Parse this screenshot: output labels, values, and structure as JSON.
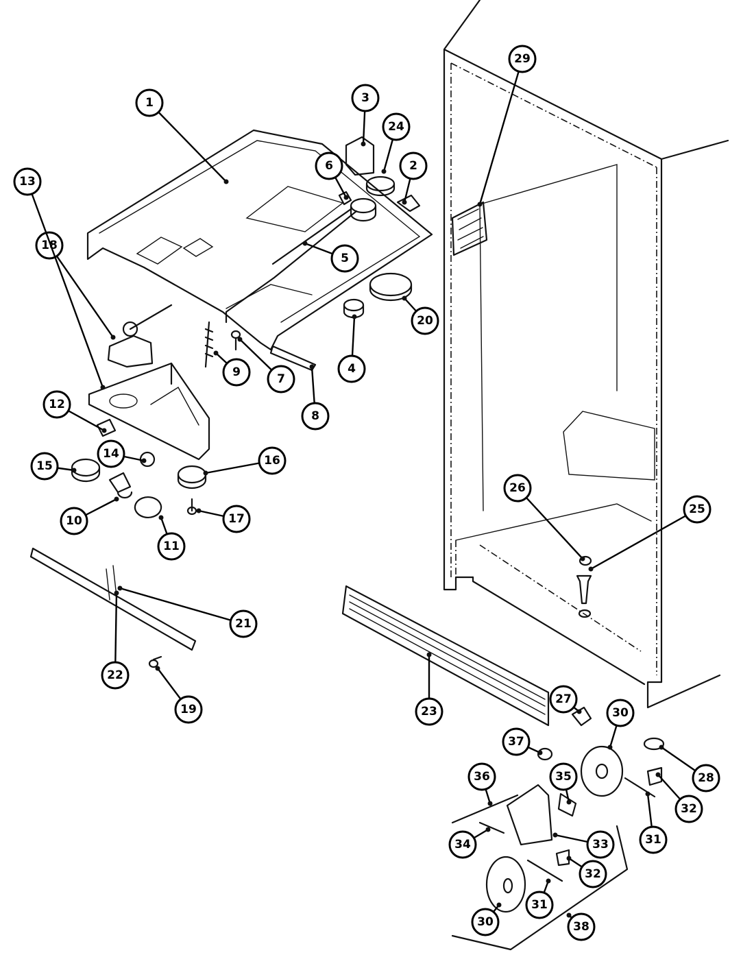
{
  "callouts": [
    {
      "label": "1"
    },
    {
      "label": "2"
    },
    {
      "label": "3"
    },
    {
      "label": "24"
    },
    {
      "label": "6"
    },
    {
      "label": "5"
    },
    {
      "label": "18"
    },
    {
      "label": "13"
    },
    {
      "label": "9"
    },
    {
      "label": "7"
    },
    {
      "label": "4"
    },
    {
      "label": "20"
    },
    {
      "label": "8"
    },
    {
      "label": "12"
    },
    {
      "label": "14"
    },
    {
      "label": "15"
    },
    {
      "label": "16"
    },
    {
      "label": "10"
    },
    {
      "label": "11"
    },
    {
      "label": "17"
    },
    {
      "label": "21"
    },
    {
      "label": "22"
    },
    {
      "label": "19"
    },
    {
      "label": "29"
    },
    {
      "label": "26"
    },
    {
      "label": "25"
    },
    {
      "label": "23"
    },
    {
      "label": "27"
    },
    {
      "label": "30"
    },
    {
      "label": "37"
    },
    {
      "label": "28"
    },
    {
      "label": "36"
    },
    {
      "label": "35"
    },
    {
      "label": "32"
    },
    {
      "label": "31"
    },
    {
      "label": "34"
    },
    {
      "label": "33"
    },
    {
      "label": "32"
    },
    {
      "label": "31"
    },
    {
      "label": "30"
    },
    {
      "label": "38"
    }
  ]
}
